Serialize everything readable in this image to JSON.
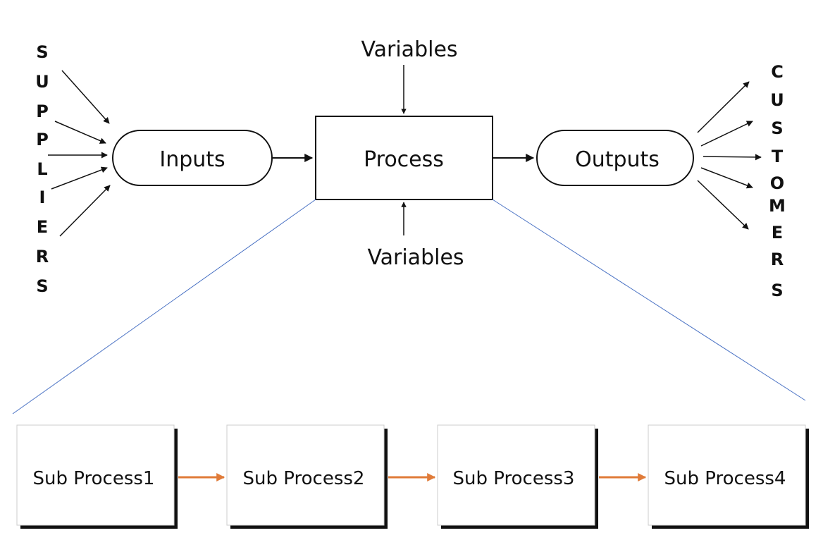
{
  "suppliers_letters": [
    "S",
    "U",
    "P",
    "P",
    "L",
    "I",
    "E",
    "R",
    "S"
  ],
  "customers_letters": [
    "C",
    "U",
    "S",
    "T",
    "O",
    "M",
    "E",
    "R",
    "S"
  ],
  "nodes": {
    "inputs": "Inputs",
    "process": "Process",
    "outputs": "Outputs",
    "variables_top": "Variables",
    "variables_bottom": "Variables"
  },
  "sub_processes": [
    "Sub Process1",
    "Sub Process2",
    "Sub Process3",
    "Sub Process4"
  ],
  "colors": {
    "line": "#111111",
    "zoom_lines": "#4a72c4",
    "sub_arrow": "#e07b39",
    "box_shadow": "#111111"
  }
}
